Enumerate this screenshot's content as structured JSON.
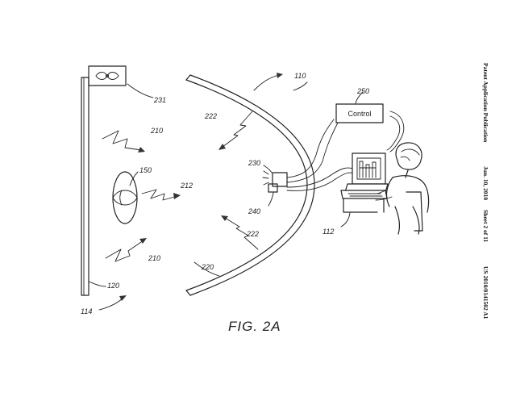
{
  "header": {
    "publication": "Patent Application Publication",
    "date": "Jun. 10, 2010",
    "sheet": "Sheet 2 of 11",
    "number": "US 2010/0141502 A1"
  },
  "figure_label": "FIG. 2A",
  "control_box": {
    "label": "Control"
  },
  "refs": {
    "r110": "110",
    "r112": "112",
    "r114": "114",
    "r120": "120",
    "r150": "150",
    "r210a": "210",
    "r210b": "210",
    "r212": "212",
    "r220": "220",
    "r222a": "222",
    "r222b": "222",
    "r230": "230",
    "r231": "231",
    "r240": "240",
    "r250": "250"
  }
}
